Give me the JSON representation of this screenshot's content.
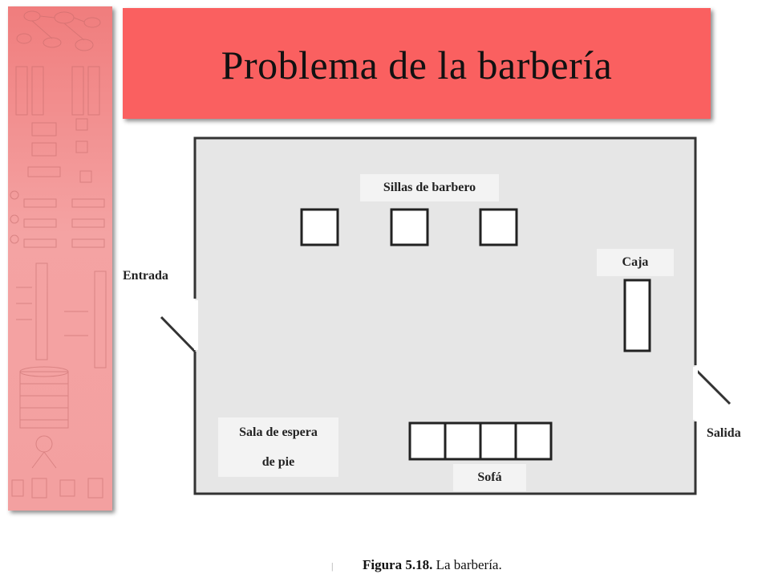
{
  "slide": {
    "title": "Problema de la barbería"
  },
  "diagram": {
    "labels": {
      "barber_chairs": "Sillas de barbero",
      "cashier": "Caja",
      "entrance": "Entrada",
      "exit": "Salida",
      "standing_room_line1": "Sala de espera",
      "standing_room_line2": "de pie",
      "sofa": "Sofá"
    },
    "barber_chair_count": 3,
    "sofa_seat_count": 4
  },
  "caption": {
    "figure_number": "Figura 5.18.",
    "text": "La barbería."
  },
  "colors": {
    "banner": "#fa6060",
    "side_strip": "#f4a3a3",
    "room_fill": "#e6e6e6"
  }
}
